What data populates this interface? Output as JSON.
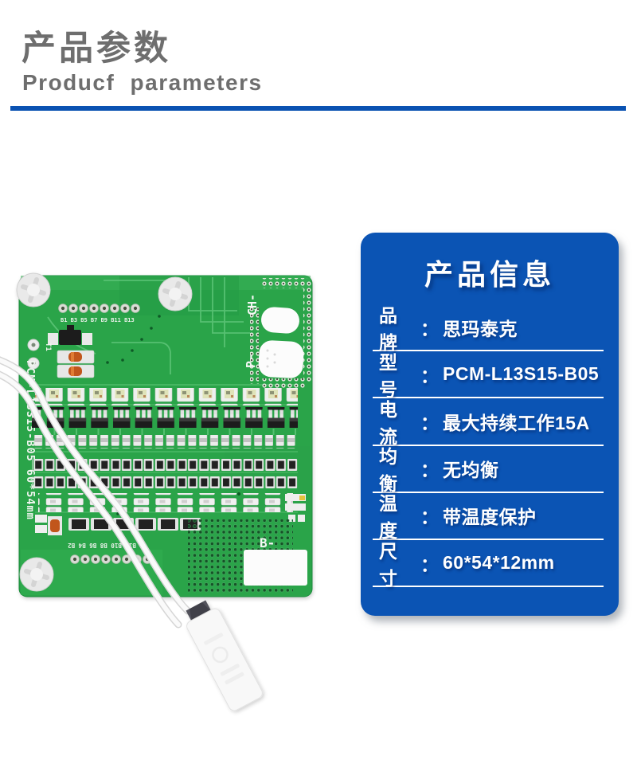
{
  "header": {
    "title_zh": "产品参数",
    "title_en": "Producf parameters"
  },
  "info_card": {
    "title": "产品信息",
    "rows": [
      {
        "label": "品 牌",
        "colon": "：",
        "value": "思玛泰克"
      },
      {
        "label": "型 号",
        "colon": "：",
        "value": "PCM-L13S15-B05"
      },
      {
        "label": "电 流",
        "colon": "：",
        "value": "最大持续工作15A"
      },
      {
        "label": "均 衡",
        "colon": "：",
        "value": "无均衡"
      },
      {
        "label": "温 度",
        "colon": "：",
        "value": "带温度保护"
      },
      {
        "label": "尺 寸",
        "colon": "：",
        "value": "60*54*12mm"
      }
    ]
  },
  "pcb": {
    "silkscreen_left": "PCM-L13S15-B05 60*54mm",
    "top_pad_labels": "B1 B3 B5 B7 B9 B11 B13",
    "bottom_pad_labels": "B12 B10 B8 B6 B4 B2",
    "label_t1": "T1",
    "label_ch_minus": "CH-",
    "label_p_minus": "P-",
    "label_b_minus": "B-"
  },
  "colors": {
    "divider_blue": "#0a52b2",
    "card_blue": "#0b54b4",
    "heading_gray": "#6e6e6e",
    "board_green": "#2ca44a"
  }
}
